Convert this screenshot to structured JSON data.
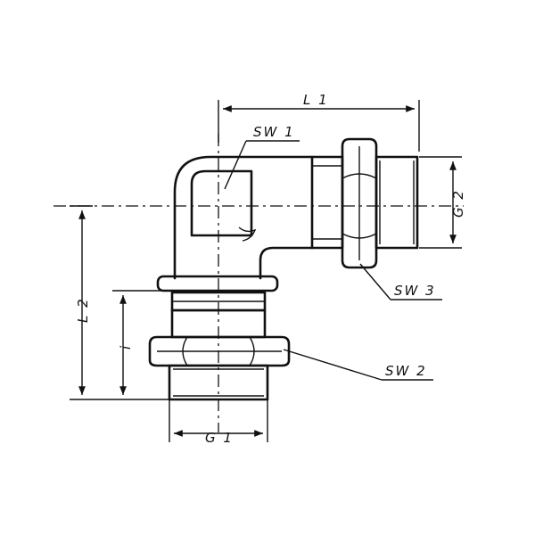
{
  "labels": {
    "l1": "L 1",
    "l2": "L 2",
    "i": "i",
    "g1": "G 1",
    "g2": "G 2",
    "sw1": "SW 1",
    "sw2": "SW 2",
    "sw3": "SW 3"
  }
}
